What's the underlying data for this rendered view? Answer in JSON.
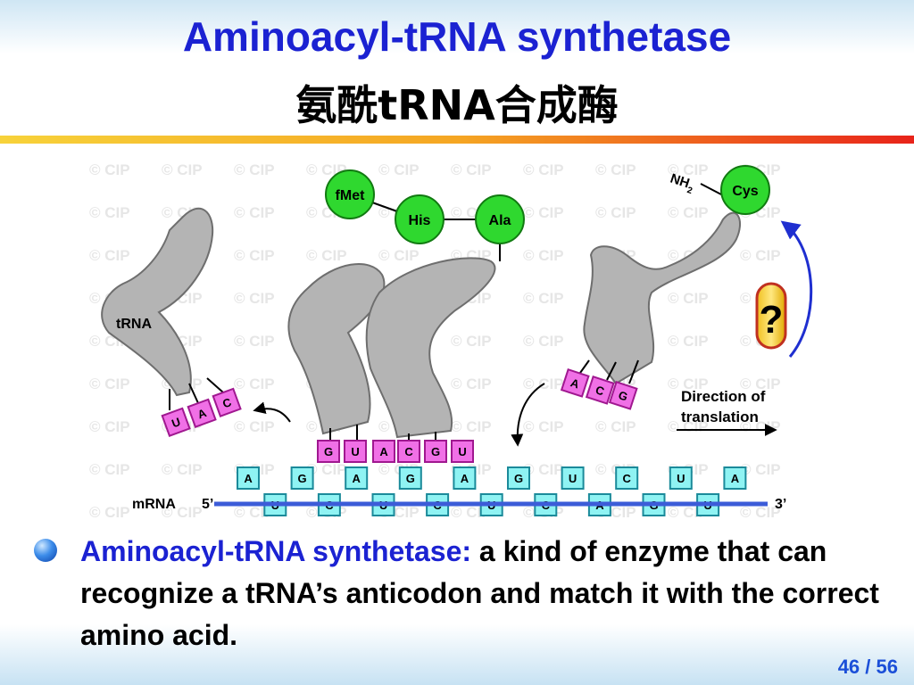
{
  "title": {
    "en": "Aminoacyl-tRNA synthetase",
    "zh": "氨酰tRNA合成酶"
  },
  "diagram": {
    "watermark": "© CIP",
    "amino_acids": [
      "fMet",
      "His",
      "Ala",
      "Cys"
    ],
    "nh2_label": "NH",
    "nh2_sub": "2",
    "trna_label": "tRNA",
    "mrna_label": "mRNA",
    "five_prime": "5’",
    "three_prime": "3’",
    "question_mark": "?",
    "direction_label": [
      "Direction of",
      "translation"
    ],
    "free_trna_anticodon": [
      "U",
      "A",
      "C"
    ],
    "bound_anticodons": [
      "G",
      "U",
      "A",
      "C",
      "G",
      "U"
    ],
    "incoming_trna_anticodon": [
      "A",
      "C",
      "G"
    ],
    "mrna_codons": [
      "A",
      "U",
      "G",
      "C",
      "A",
      "U",
      "G",
      "C",
      "A",
      "U",
      "G",
      "C",
      "U",
      "A",
      "C",
      "G",
      "U",
      "U",
      "A"
    ]
  },
  "bullet": {
    "term": "Aminoacyl-tRNA synthetase:",
    "text": " a kind of enzyme that can recognize a tRNA’s anticodon and match it with the correct amino acid."
  },
  "page": {
    "current": "46",
    "separator": " / ",
    "total": "56"
  }
}
